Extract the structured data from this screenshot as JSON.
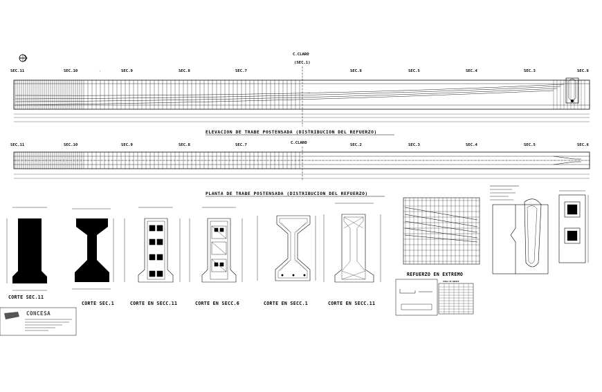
{
  "elevation": {
    "center_label": "C.CLARO",
    "center_sub": "(SEC.1)",
    "section_labels": [
      "SEC.11",
      "SEC.10",
      "SEC.9",
      "SEC.8",
      "SEC.7",
      "SEC.6",
      "SEC.5",
      "SEC.4",
      "SEC.3",
      "SEC.6"
    ],
    "title": "ELEVACION DE TRABE POSTENSADA (DISTRIBUCION DEL REFUERZO)"
  },
  "plan": {
    "center_label": "C.CLARO",
    "section_labels": [
      "SEC.11",
      "SEC.10",
      "SEC.9",
      "SEC.8",
      "SEC.7",
      "SEC.2",
      "SEC.3",
      "SEC.4",
      "SEC.5",
      "SEC.6"
    ],
    "title": "PLANTA DE TRABE POSTENSADA (DISTRIBUCION DEL REFUERZO)"
  },
  "sections": {
    "corte_11": "CORTE SEC.11",
    "corte_1": "CORTE SEC.1",
    "corte_secc_11": "CORTE EN SECC.11",
    "corte_secc_6": "CORTE EN SECC.6",
    "corte_secc_1": "CORTE EN SECC.1",
    "corte_secc_11b": "CORTE EN SECC.11"
  },
  "refuerzo_title": "REFUERZO EN EXTREMO",
  "table_title": "TABLA DE DOBLES",
  "title_block": {
    "company": "CONCESA"
  },
  "colors": {
    "line": "#000000",
    "fill": "#000000",
    "paper": "#ffffff",
    "muted": "#555555"
  }
}
